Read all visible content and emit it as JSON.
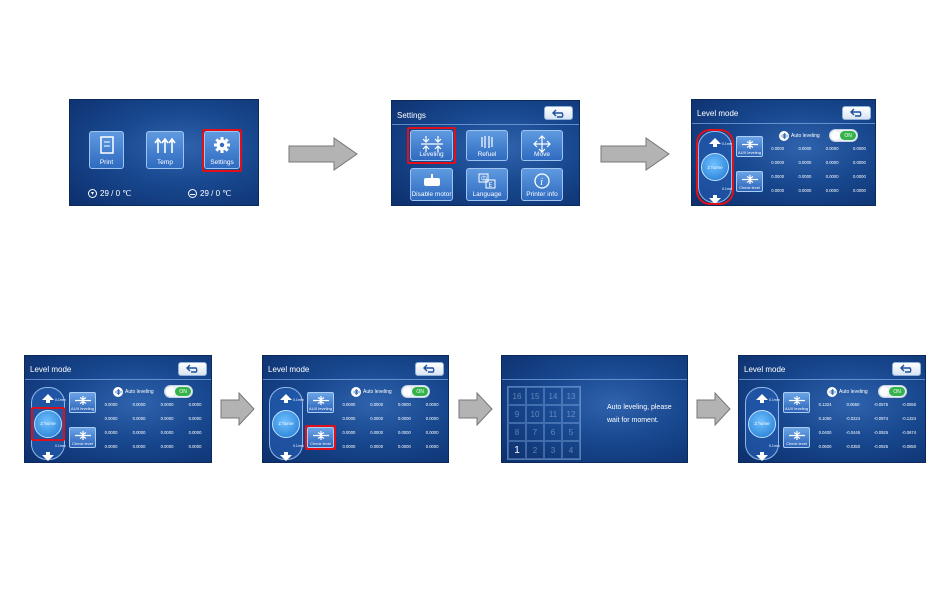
{
  "home": {
    "tiles": [
      "Print",
      "Temp",
      "Settings"
    ],
    "nozzle_temp": "29 / 0 ℃",
    "bed_temp": "29 / 0 ℃"
  },
  "settings": {
    "title": "Settings",
    "tiles": [
      "Leveling",
      "Refuel",
      "Move",
      "Disable motor",
      "Language",
      "Printer info"
    ]
  },
  "level": {
    "title": "Level mode",
    "auto_leveling": "Auto leveling",
    "toggle": "ON",
    "aux_leveling": "AUX leveling",
    "check_level": "Check level",
    "z_home": "Z home",
    "step_up": "0.1mm",
    "step_down": "0.1mm",
    "values_zero": [
      [
        "0.0000",
        "0.0000",
        "0.0000",
        "0.0000"
      ],
      [
        "0.0000",
        "0.0000",
        "0.0000",
        "0.0000"
      ],
      [
        "0.0000",
        "0.0000",
        "0.0000",
        "0.0000"
      ],
      [
        "0.0000",
        "0.0000",
        "0.0000",
        "0.0000"
      ]
    ],
    "values_final": [
      [
        "0.1324",
        "0.0650",
        "-0.0575",
        "-0.0550"
      ],
      [
        "0.1050",
        "-0.0224",
        "-0.0974",
        "-0.1324"
      ],
      [
        "0.0400",
        "-0.0445",
        "-0.0925",
        "-0.0674"
      ],
      [
        "0.0600",
        "-0.0350",
        "-0.0925",
        "-0.0850"
      ]
    ]
  },
  "auto": {
    "grid": [
      [
        "16",
        "15",
        "14",
        "13"
      ],
      [
        "9",
        "10",
        "11",
        "12"
      ],
      [
        "8",
        "7",
        "6",
        "5"
      ],
      [
        "1",
        "2",
        "3",
        "4"
      ]
    ],
    "message_line1": "Auto leveling, please",
    "message_line2": "wait for moment."
  },
  "colors": {
    "highlight": "#e0101a",
    "arrow": "#b3b3b3",
    "screen": "#18488f",
    "toggle_on": "#34b34b"
  }
}
